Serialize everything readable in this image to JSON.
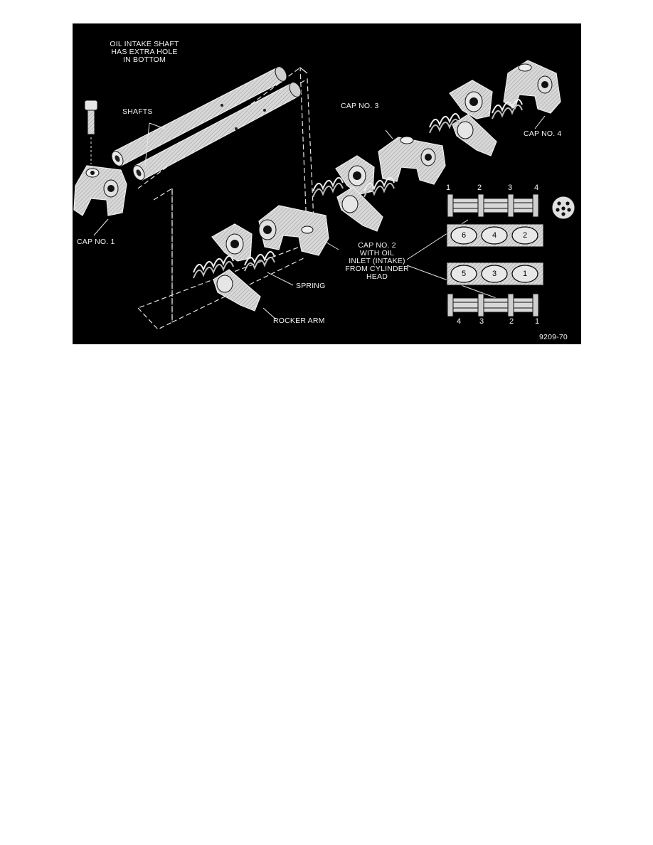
{
  "figure": {
    "labels": {
      "oil_intake_shaft": "OIL INTAKE SHAFT\nHAS EXTRA HOLE\nIN BOTTOM",
      "shafts": "SHAFTS",
      "cap_no_3": "CAP NO. 3",
      "cap_no_4": "CAP NO. 4",
      "cap_no_1": "CAP NO. 1",
      "cap_no_2": "CAP NO. 2\nWITH OIL\nINLET (INTAKE)\nFROM CYLINDER\nHEAD",
      "spring": "SPRING",
      "rocker_arm": "ROCKER ARM"
    },
    "top_bank": {
      "cap_numbers": [
        "1",
        "2",
        "3",
        "4"
      ],
      "cylinders": [
        "6",
        "4",
        "2"
      ]
    },
    "bottom_bank": {
      "cap_numbers": [
        "4",
        "3",
        "2",
        "1"
      ],
      "cylinders": [
        "5",
        "3",
        "1"
      ]
    },
    "figure_id": "9209-70"
  }
}
